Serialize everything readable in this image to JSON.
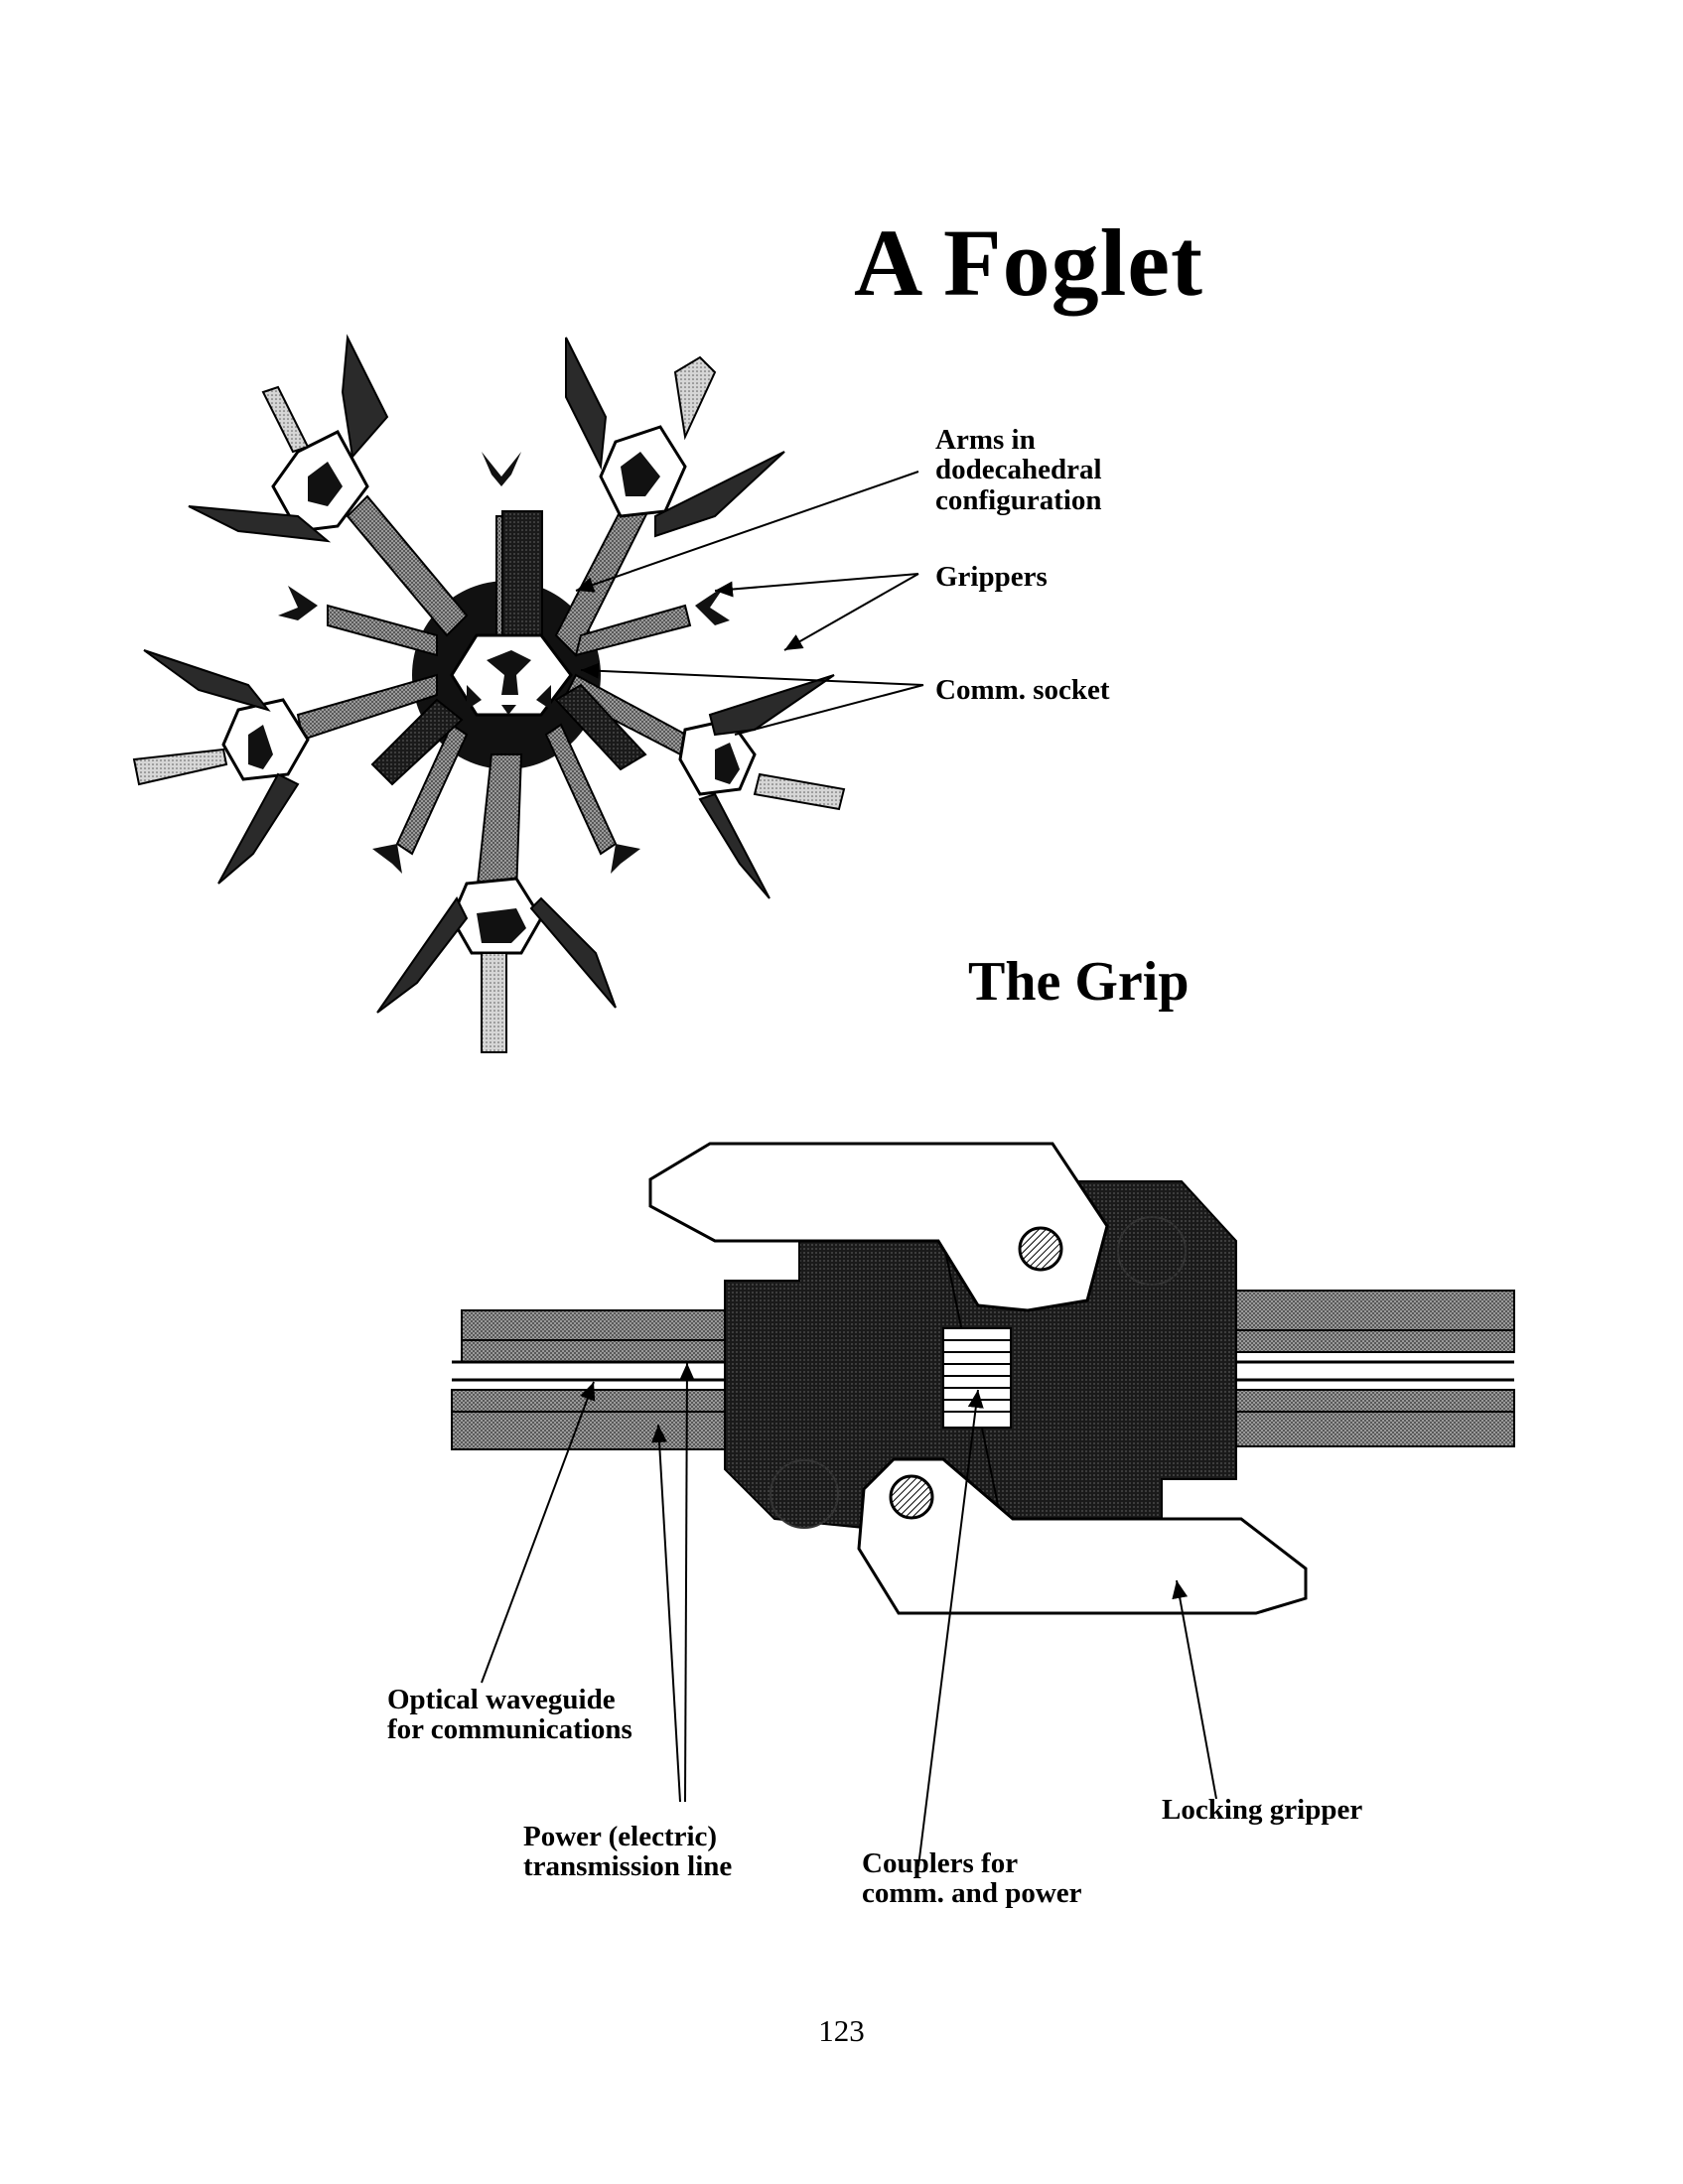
{
  "page": {
    "title": "A Foglet",
    "grip_title": "The Grip",
    "page_number": "123"
  },
  "foglet_labels": {
    "arms": [
      "Arms in",
      "dodecahedral",
      "configuration"
    ],
    "grippers": "Grippers",
    "comm_socket": "Comm. socket"
  },
  "grip_labels": {
    "optical": [
      "Optical waveguide",
      "for communications"
    ],
    "power": [
      "Power (electric)",
      "transmission line"
    ],
    "couplers": [
      "Couplers for",
      "comm. and power"
    ],
    "locking": "Locking gripper"
  },
  "colors": {
    "ink": "#000000",
    "paper": "#ffffff",
    "dark_gray": "#3a3a3a",
    "mid_gray": "#8a8a8a",
    "light_gray": "#c8c8c8"
  }
}
